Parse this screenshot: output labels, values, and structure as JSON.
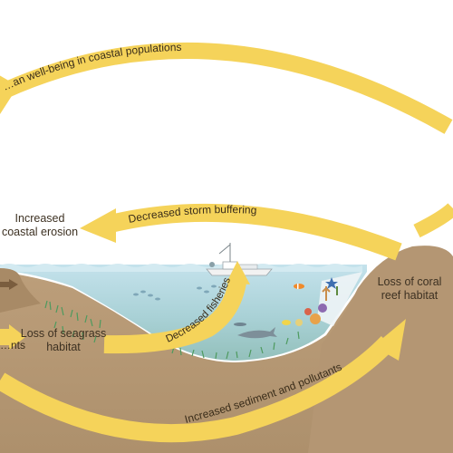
{
  "diagram": {
    "arrows": {
      "top_arc": "…an well-being in coastal populations",
      "storm": "Decreased storm buffering",
      "fisheries": "Decreased fisheries",
      "sediment": "Increased sediment and pollutants",
      "left_cut": "…nts"
    },
    "labels": {
      "erosion_line1": "Increased",
      "erosion_line2": "coastal erosion",
      "seagrass_line1": "Loss of seagrass",
      "seagrass_line2": "habitat",
      "coral_line1": "Loss of coral",
      "coral_line2": "reef habitat"
    },
    "colors": {
      "arrow": "#f5d35a",
      "arrow_edge": "#e9c13e",
      "land": "#b89b78",
      "land_dark": "#a98a66",
      "water_top": "#b9dbe6",
      "water_deep": "#9dc8cf",
      "seagrass": "#4d9a5e",
      "text": "#3d3122"
    }
  }
}
